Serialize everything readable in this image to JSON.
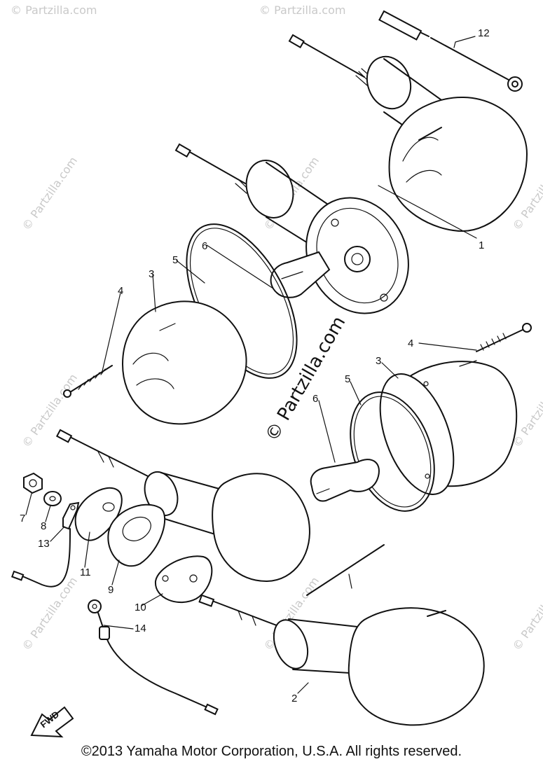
{
  "watermarks": {
    "small": "© Partzilla.com",
    "center": "© Partzilla.com"
  },
  "callouts": {
    "c1": "1",
    "c2": "2",
    "c3a": "3",
    "c3b": "3",
    "c4a": "4",
    "c4b": "4",
    "c5a": "5",
    "c5b": "5",
    "c6a": "6",
    "c6b": "6",
    "c7": "7",
    "c8": "8",
    "c9": "9",
    "c10": "10",
    "c11": "11",
    "c12": "12",
    "c13": "13",
    "c14": "14"
  },
  "fwd_label": "FWD",
  "copyright": "©2013  Yamaha Motor Corporation, U.S.A. All rights reserved."
}
